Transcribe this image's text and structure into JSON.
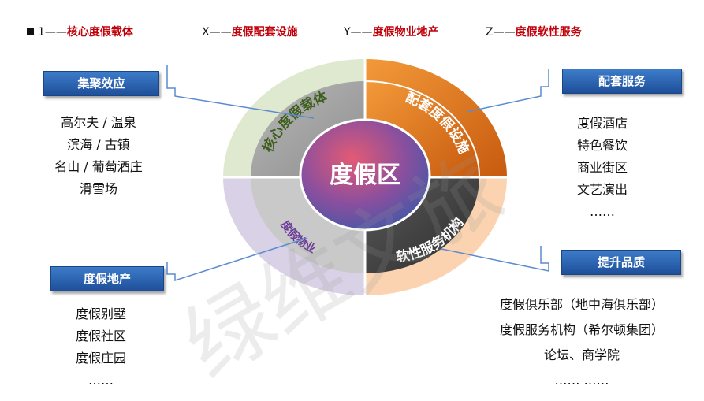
{
  "legend": [
    {
      "key": "1——",
      "value": "核心度假载体"
    },
    {
      "key": "X——",
      "value": "度假配套设施"
    },
    {
      "key": "Y——",
      "value": "度假物业地产"
    },
    {
      "key": "Z——",
      "value": "度假软性服务"
    }
  ],
  "center": "度假区",
  "ring": {
    "core": "核心度假载体",
    "facilities": "配套度假设施",
    "property": "度假物业",
    "service": "软性服务机构"
  },
  "boxes": {
    "top_left": {
      "title": "集聚效应",
      "items": [
        "高尔夫 / 温泉",
        "滨海 / 古镇",
        "名山 / 葡萄酒庄",
        "滑雪场"
      ]
    },
    "top_right": {
      "title": "配套服务",
      "items": [
        "度假酒店",
        "特色餐饮",
        "商业街区",
        "文艺演出",
        "……"
      ]
    },
    "bottom_left": {
      "title": "度假地产",
      "items": [
        "度假别墅",
        "度假社区",
        "度假庄园",
        "……"
      ]
    },
    "bottom_right": {
      "title": "提升品质",
      "items": [
        "度假俱乐部（地中海俱乐部）",
        "度假服务机构（希尔顿集团）",
        "论坛、商学院",
        "…… ……"
      ]
    }
  },
  "watermark": "绿维文旅"
}
